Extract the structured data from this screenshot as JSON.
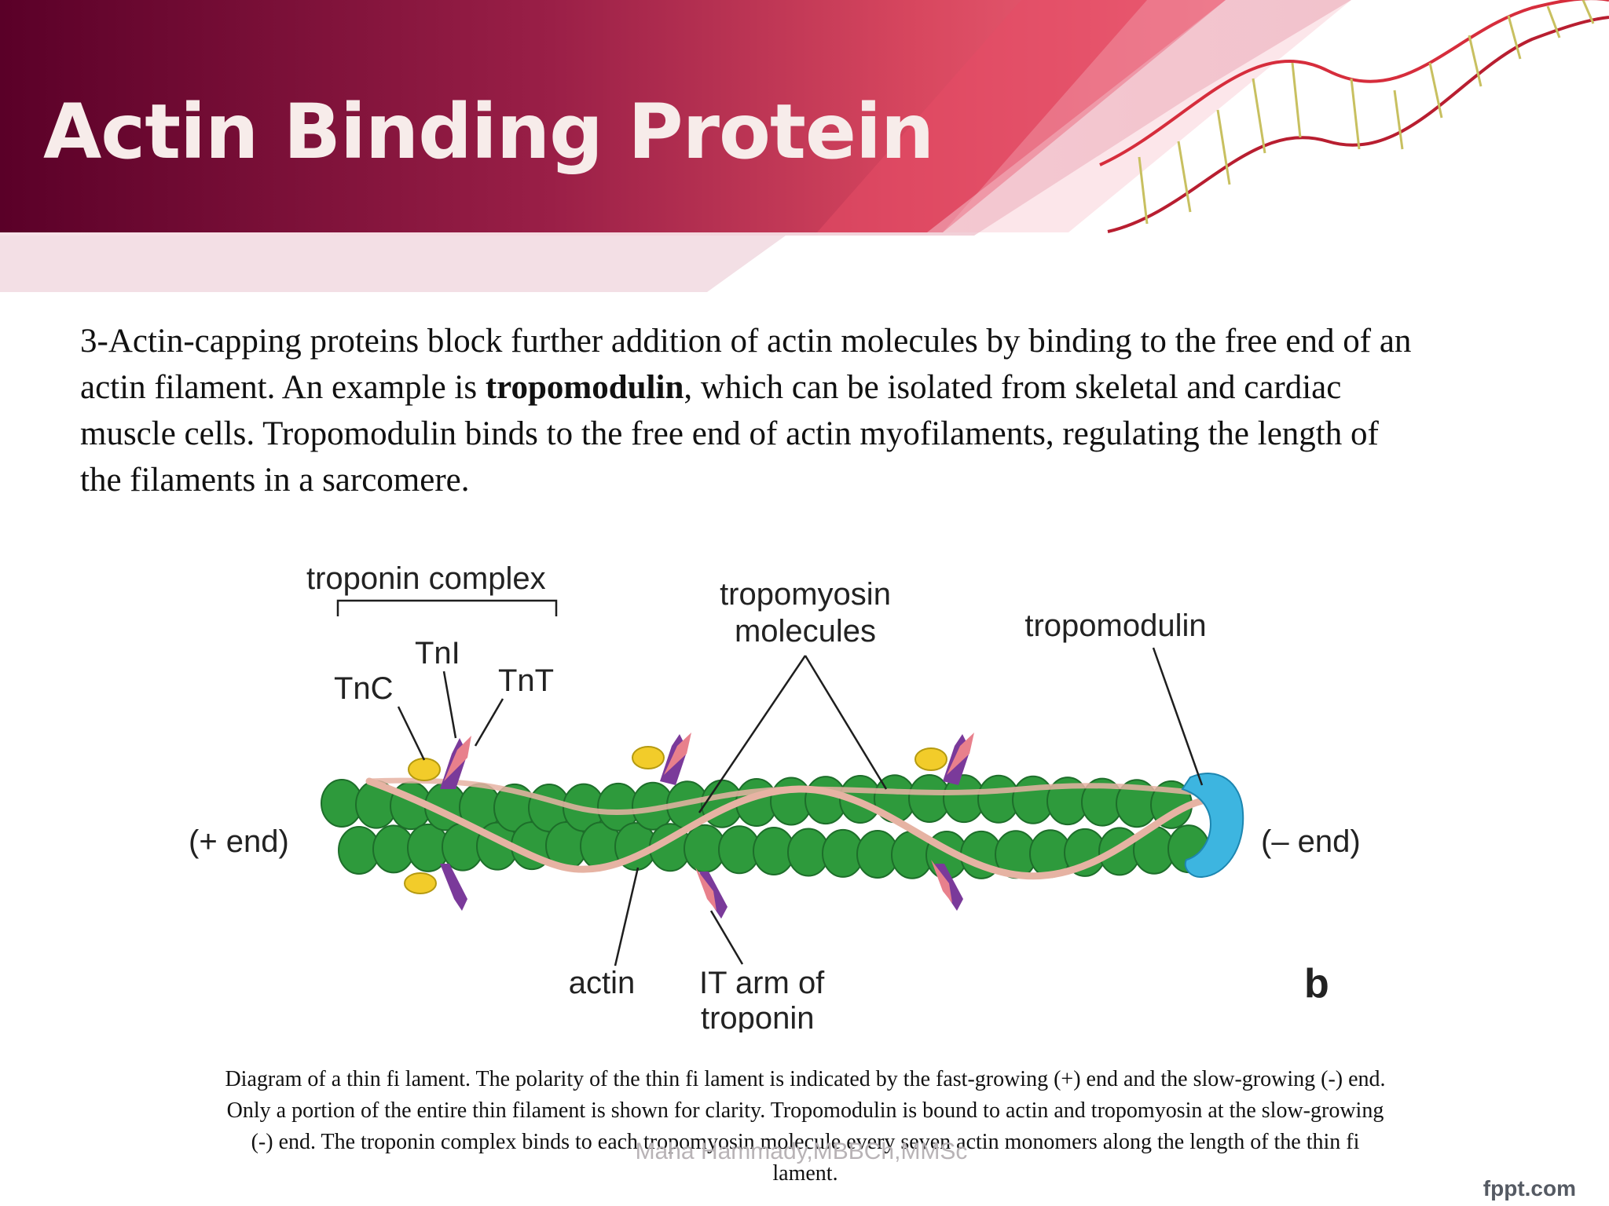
{
  "slide": {
    "title": "Actin Binding Protein",
    "body": {
      "before_bold": "3-Actin-capping proteins block further addition of actin molecules by binding to the free end of an actin filament. An example is ",
      "bold_term": "tropomodulin",
      "after_bold": ", which can be isolated from skeletal and cardiac muscle cells. Tropomodulin binds to the free end of actin myofilaments, regulating the length of the filaments in a sarcomere."
    },
    "figure": {
      "labels": {
        "troponin_complex": "troponin complex",
        "tni": "TnI",
        "tnc": "TnC",
        "tnt": "TnT",
        "tropomyosin_line1": "tropomyosin",
        "tropomyosin_line2": "molecules",
        "tropomodulin": "tropomodulin",
        "plus_end": "(+ end)",
        "minus_end": "(– end)",
        "actin": "actin",
        "it_arm_line1": "IT arm of",
        "it_arm_line2": "troponin",
        "panel": "b"
      },
      "colors": {
        "actin": "#2e9a3c",
        "actin_dark": "#1d6e2a",
        "tropomyosin": "#e6b3a3",
        "tnc": "#f2cc2a",
        "tni": "#e8808c",
        "tnt": "#7a3a9a",
        "tropomodulin": "#3db5e0"
      }
    },
    "caption": {
      "line1": "Diagram of a thin fi lament. The polarity of the thin fi lament is indicated by the fast-growing (+) end and the slow-growing (-) end.",
      "line2": "Only a portion of the entire thin filament is shown for clarity. Tropomodulin is bound to actin and tropomyosin at the slow-growing",
      "line3": "(-) end. The troponin complex binds to each tropomyosin molecule every seven actin monomers along the length of the thin fi",
      "line4": "lament."
    },
    "watermark": "Maha Hammady,MBBCh,MMSc",
    "brand": "fppt.com",
    "banner_colors": {
      "dark": "#5a0028",
      "mid": "#a3234c",
      "light": "#ef6276",
      "pale": "#f4dde3"
    }
  }
}
